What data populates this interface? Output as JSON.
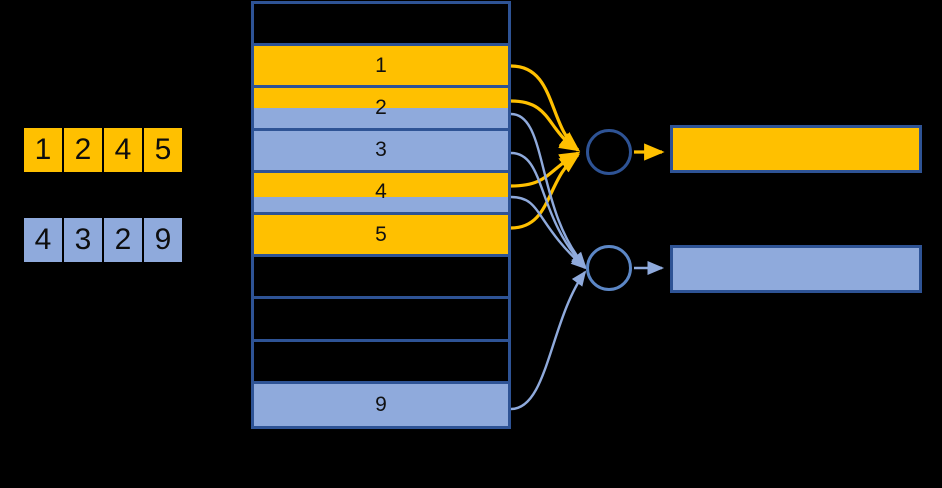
{
  "diagram": {
    "title": "hash-table-bucket-routing-diagram",
    "colors": {
      "yellow": "#FFC000",
      "blue": "#8FAADC",
      "stroke_dark": "#2E5395",
      "stroke_light": "#5C87C6",
      "background": "#000000",
      "text": "#111111"
    }
  },
  "input_arrays": [
    {
      "name": "yellow-array",
      "color": "#FFC000",
      "values": [
        "1",
        "2",
        "4",
        "5"
      ]
    },
    {
      "name": "blue-array",
      "color": "#8FAADC",
      "values": [
        "4",
        "3",
        "2",
        "9"
      ]
    }
  ],
  "column": {
    "name": "shared-bucket-column",
    "rows": [
      {
        "label": "",
        "top_fill": "none",
        "bottom_fill": "none",
        "top_frac": 1.0
      },
      {
        "label": "1",
        "top_fill": "yellow",
        "bottom_fill": "yellow",
        "top_frac": 1.0
      },
      {
        "label": "2",
        "top_fill": "yellow",
        "bottom_fill": "blue",
        "top_frac": 0.52
      },
      {
        "label": "3",
        "top_fill": "blue",
        "bottom_fill": "blue",
        "top_frac": 1.0
      },
      {
        "label": "4",
        "top_fill": "yellow",
        "bottom_fill": "blue",
        "top_frac": 0.6
      },
      {
        "label": "5",
        "top_fill": "yellow",
        "bottom_fill": "yellow",
        "top_frac": 1.0
      },
      {
        "label": "",
        "top_fill": "none",
        "bottom_fill": "none",
        "top_frac": 1.0
      },
      {
        "label": "",
        "top_fill": "none",
        "bottom_fill": "none",
        "top_frac": 1.0
      },
      {
        "label": "",
        "top_fill": "none",
        "bottom_fill": "none",
        "top_frac": 1.0
      },
      {
        "label": "9",
        "top_fill": "blue",
        "bottom_fill": "blue",
        "top_frac": 1.0
      }
    ]
  },
  "neurons": [
    {
      "name": "neuron-top",
      "stroke": "#2E5395",
      "label": ""
    },
    {
      "name": "neuron-bottom",
      "stroke": "#5C87C6",
      "label": ""
    }
  ],
  "outputs": [
    {
      "name": "output-bar-yellow",
      "color": "#FFC000",
      "label": ""
    },
    {
      "name": "output-bar-blue",
      "color": "#8FAADC",
      "label": ""
    }
  ],
  "edges": {
    "yellow_sources": [
      "1",
      "2",
      "4",
      "5"
    ],
    "blue_sources": [
      "2",
      "3",
      "4",
      "9"
    ],
    "yellow_color": "#FFC000",
    "blue_color": "#8FAADC"
  }
}
